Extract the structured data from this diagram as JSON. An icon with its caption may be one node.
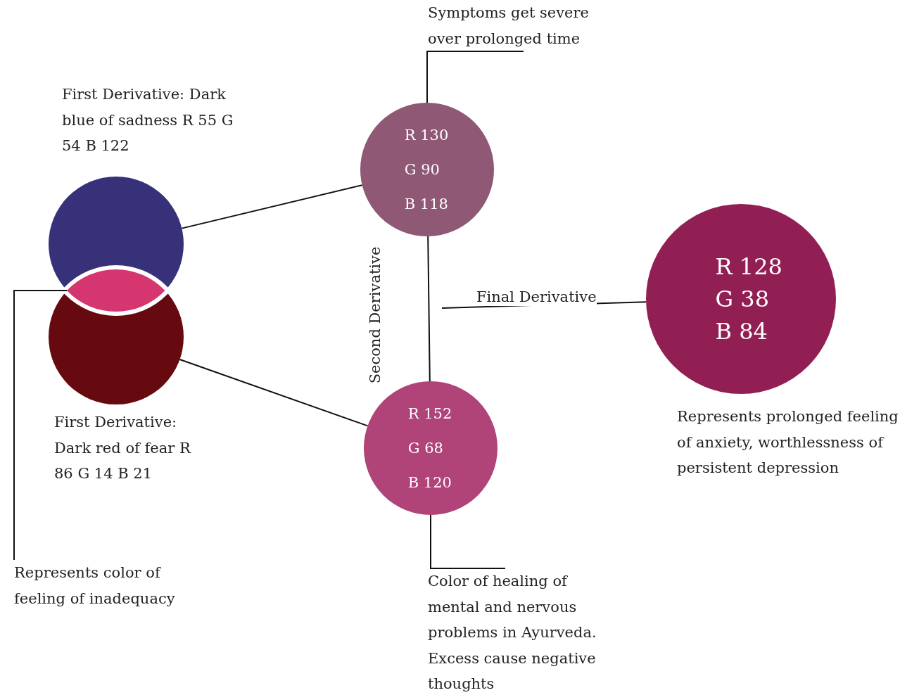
{
  "diagram": {
    "nodes": [
      {
        "text": [],
        "shape": "circle",
        "beside": [
          "First Derivative: Dark blue of sadness R 55 G 54 B 122"
        ]
      },
      {
        "text": [],
        "shape": "circle",
        "beside": [
          "First Derivative: Dark red of fear R 86 G 14 B 21"
        ]
      },
      {
        "text": [],
        "shape": "lens"
      },
      {
        "text": [
          "Represents color of feeling of inadequacy"
        ]
      },
      {
        "text": [
          "R 130",
          "G 90",
          "B 118"
        ]
      },
      {
        "text": [
          "Symptoms get severe over prolonged time"
        ]
      },
      {
        "text": [
          "R 152",
          "G 68",
          "B 120"
        ]
      },
      {
        "text": [
          "Color of healing of mental and nervous problems in Ayurveda. Excess cause negative thoughts"
        ]
      },
      {
        "text": [
          "R 128",
          "G 38",
          "B 84"
        ],
        "beside": [
          "Represents prolonged feeling of anxiety, worthlessness of persistent depression"
        ]
      }
    ],
    "edges": [
      {
        "from": 0,
        "to": 4,
        "arrow": "none"
      },
      {
        "from": 1,
        "to": 6,
        "arrow": "none"
      },
      {
        "from": 4,
        "to": 6,
        "arrow": "none",
        "label": "Second Derivative"
      },
      {
        "from": null,
        "to": 8,
        "arrow": "none",
        "label": "Final Derivative"
      },
      {
        "from": 3,
        "to": 2,
        "arrow": "none"
      },
      {
        "from": 5,
        "to": 4,
        "arrow": "none"
      },
      {
        "from": 7,
        "to": 6,
        "arrow": "none"
      }
    ]
  }
}
